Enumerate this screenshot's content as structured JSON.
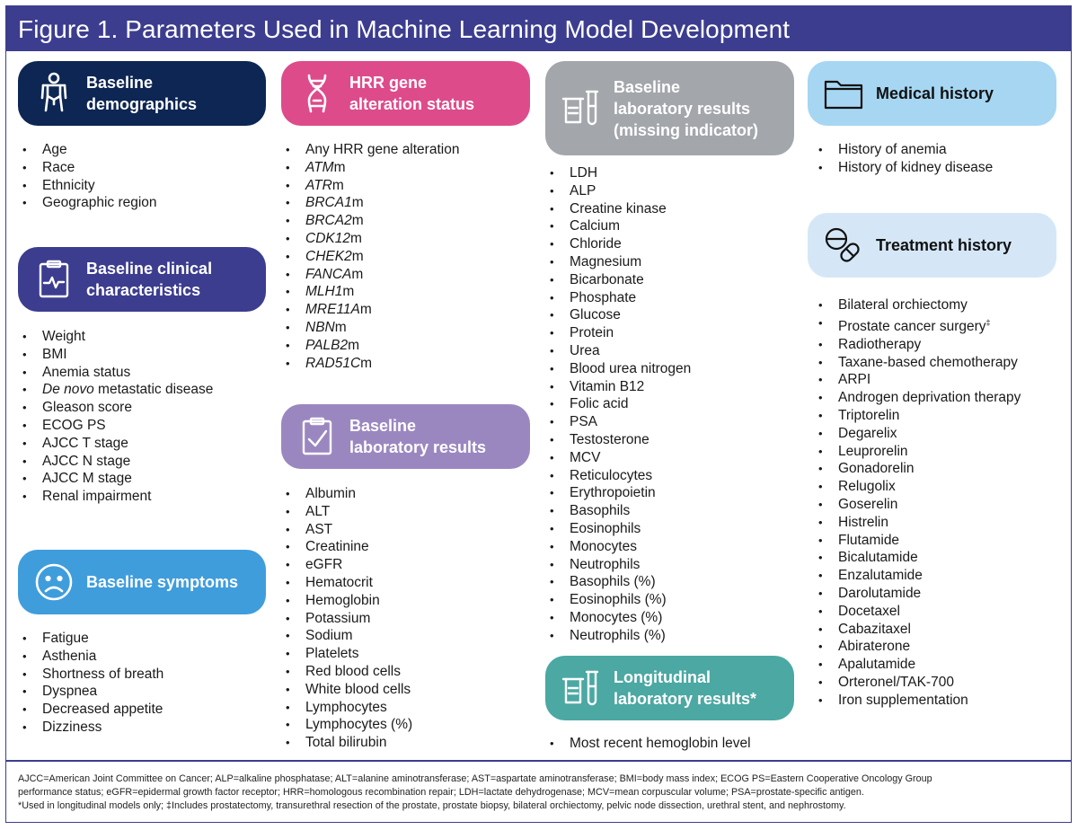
{
  "title": "Figure 1. Parameters Used in Machine Learning Model Development",
  "colors": {
    "frame": "#3c3d8f",
    "demographics": "#0d2653",
    "clinical": "#3c3d8f",
    "symptoms": "#3f9ddc",
    "hrr": "#de4b8a",
    "lab_results": "#9b87c0",
    "lab_missing": "#a3a6ab",
    "longitudinal": "#4ba8a3",
    "medical_history": "#a6d6f2",
    "treatment_history": "#d5e7f7"
  },
  "sections": {
    "demographics": {
      "icon": "person-icon",
      "heading_line1": "Baseline",
      "heading_line2": "demographics",
      "items": [
        "Age",
        "Race",
        "Ethnicity",
        "Geographic region"
      ]
    },
    "clinical": {
      "icon": "clipboard-pulse-icon",
      "heading_line1": "Baseline clinical",
      "heading_line2": "characteristics",
      "items": [
        "Weight",
        "BMI",
        "Anemia status",
        "De novo",
        " metastatic disease",
        "Gleason score",
        "ECOG PS",
        "AJCC T stage",
        "AJCC N stage",
        "AJCC M stage",
        "Renal impairment"
      ]
    },
    "symptoms": {
      "icon": "sad-face-icon",
      "heading": "Baseline symptoms",
      "items": [
        "Fatigue",
        "Asthenia",
        "Shortness of breath",
        "Dyspnea",
        "Decreased appetite",
        "Dizziness"
      ]
    },
    "hrr": {
      "icon": "dna-icon",
      "heading_line1": "HRR gene",
      "heading_line2": "alteration status",
      "first_item": "Any HRR gene alteration",
      "genes": [
        "ATM",
        "ATR",
        "BRCA1",
        "BRCA2",
        "CDK12",
        "CHEK2",
        "FANCA",
        "MLH1",
        "MRE11A",
        "NBN",
        "PALB2",
        "RAD51C"
      ],
      "suffix": "m"
    },
    "lab_results": {
      "icon": "clipboard-check-icon",
      "heading_line1": "Baseline",
      "heading_line2": "laboratory results",
      "items": [
        "Albumin",
        "ALT",
        "AST",
        "Creatinine",
        "eGFR",
        "Hematocrit",
        "Hemoglobin",
        "Potassium",
        "Sodium",
        "Platelets",
        "Red blood cells",
        "White blood cells",
        "Lymphocytes",
        "Lymphocytes (%)",
        "Total bilirubin"
      ]
    },
    "lab_missing": {
      "icon": "test-tubes-icon",
      "heading_line1": "Baseline",
      "heading_line2": "laboratory results",
      "heading_line3": "(missing indicator)",
      "items": [
        "LDH",
        "ALP",
        "Creatine kinase",
        "Calcium",
        "Chloride",
        "Magnesium",
        "Bicarbonate",
        "Phosphate",
        "Glucose",
        "Protein",
        "Urea",
        "Blood urea nitrogen",
        "Vitamin B12",
        "Folic acid",
        "PSA",
        "Testosterone",
        "MCV",
        "Reticulocytes",
        "Erythropoietin",
        "Basophils",
        "Eosinophils",
        "Monocytes",
        "Neutrophils",
        "Basophils (%)",
        "Eosinophils (%)",
        "Monocytes (%)",
        "Neutrophils (%)"
      ]
    },
    "longitudinal": {
      "icon": "test-tubes-icon",
      "heading_line1": "Longitudinal",
      "heading_line2": "laboratory results*",
      "items": [
        "Most recent hemoglobin level"
      ]
    },
    "medical_history": {
      "icon": "folder-icon",
      "heading": "Medical history",
      "items": [
        "History of anemia",
        "History of kidney disease"
      ]
    },
    "treatment_history": {
      "icon": "pills-icon",
      "heading": "Treatment history",
      "items": [
        "Bilateral orchiectomy",
        "Prostate cancer surgery",
        "‡",
        "Radiotherapy",
        "Taxane-based chemotherapy",
        "ARPI",
        "Androgen deprivation therapy",
        "Triptorelin",
        "Degarelix",
        "Leuprorelin",
        "Gonadorelin",
        "Relugolix",
        "Goserelin",
        "Histrelin",
        "Flutamide",
        "Bicalutamide",
        "Enzalutamide",
        "Darolutamide",
        "Docetaxel",
        "Cabazitaxel",
        "Abiraterone",
        "Apalutamide",
        "Orteronel/TAK-700",
        "Iron supplementation"
      ]
    }
  },
  "footnotes": {
    "line1": "AJCC=American Joint Committee on Cancer; ALP=alkaline phosphatase; ALT=alanine aminotransferase; AST=aspartate aminotransferase; BMI=body mass index; ECOG PS=Eastern Cooperative Oncology Group",
    "line2": "performance status; eGFR=epidermal growth factor receptor; HRR=homologous recombination repair; LDH=lactate dehydrogenase; MCV=mean corpuscular volume; PSA=prostate-specific antigen.",
    "line3": "*Used in longitudinal models only; ‡Includes prostatectomy, transurethral resection of the prostate, prostate biopsy, bilateral orchiectomy, pelvic node dissection, urethral stent, and nephrostomy."
  }
}
